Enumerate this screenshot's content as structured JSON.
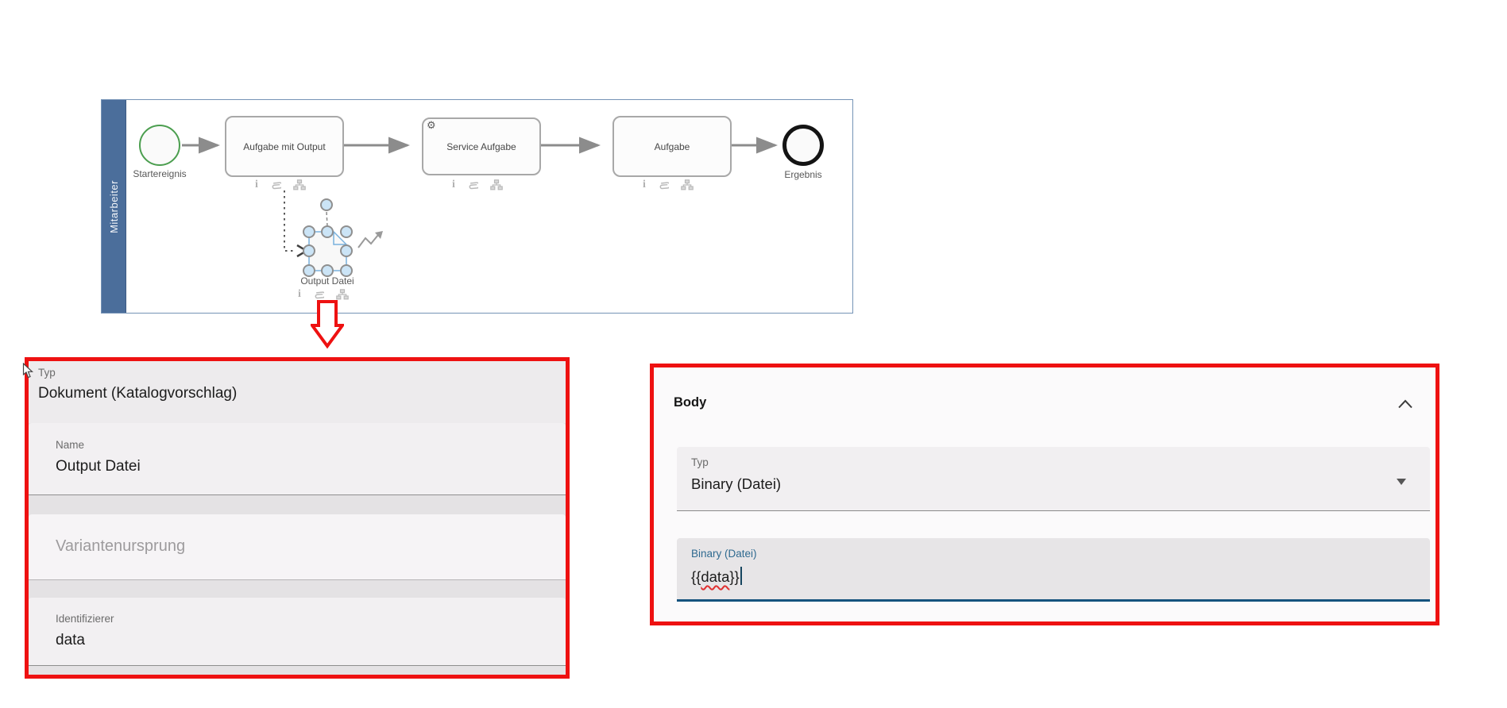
{
  "colors": {
    "red_accent": "#ee1111",
    "lane_blue": "#4b6e9b",
    "container_border": "#7593b6",
    "start_green": "#4b9e4f",
    "focus_blue": "#15537e",
    "field_label_blue": "#2f6a90"
  },
  "diagram": {
    "lane_label": "Mitarbeiter",
    "start_event_label": "Startereignis",
    "tasks": [
      {
        "label": "Aufgabe mit Output"
      },
      {
        "label": "Service Aufgabe"
      },
      {
        "label": "Aufgabe"
      }
    ],
    "end_event_label": "Ergebnis",
    "data_object_label": "Output Datei",
    "gear_glyph": "⚙",
    "info_glyph": "i"
  },
  "left_panel": {
    "typ_label": "Typ",
    "typ_value": "Dokument (Katalogvorschlag)",
    "name_label": "Name",
    "name_value": "Output Datei",
    "variant_placeholder": "Variantenursprung",
    "identifier_label": "Identifizierer",
    "identifier_value": "data"
  },
  "right_panel": {
    "header": "Body",
    "typ_label": "Typ",
    "typ_value": "Binary (Datei)",
    "binary_label": "Binary (Datei)",
    "binary_value_open": "{{",
    "binary_value_word": "data",
    "binary_value_close": "}}"
  }
}
